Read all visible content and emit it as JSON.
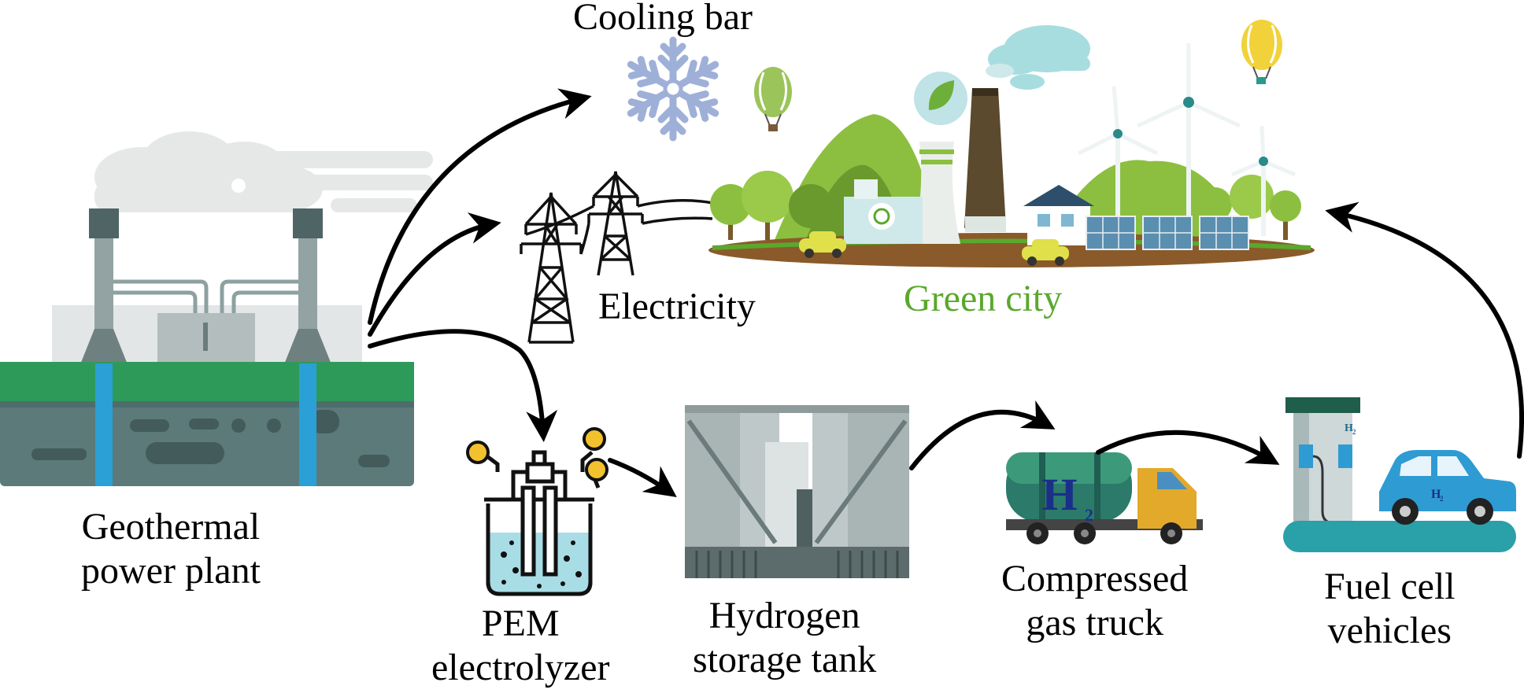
{
  "labels": {
    "cooling": "Cooling bar",
    "electricity": "Electricity",
    "green_city": "Green city",
    "geo_line1": "Geothermal",
    "geo_line2": "power plant",
    "pem_line1": "PEM",
    "pem_line2": "electrolyzer",
    "tank_line1": "Hydrogen",
    "tank_line2": "storage tank",
    "truck_line1": "Compressed",
    "truck_line2": "gas truck",
    "fcv_line1": "Fuel cell",
    "fcv_line2": "vehicles"
  },
  "icon_text": {
    "truck_h": "H",
    "truck_sub": "2",
    "station_h": "H",
    "station_sub": "2",
    "car_h": "H",
    "car_sub": "2"
  },
  "colors": {
    "green_city_text": "#5aa82d",
    "ground_green": "#2e9a5a",
    "ground_rock": "#5c7a7a",
    "water_blue": "#2aa0d6",
    "tank_gray": "#a9b4b4",
    "truck_yellow": "#e3a92a",
    "car_blue": "#2f9bd3",
    "snowflake": "#9fb0d8"
  }
}
